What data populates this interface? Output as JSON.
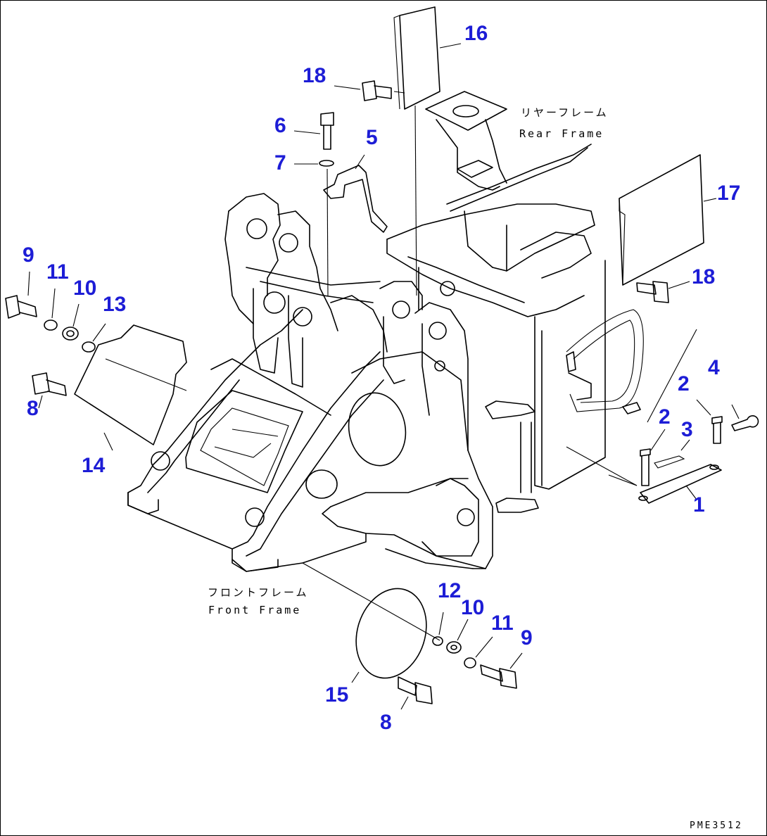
{
  "diagram": {
    "callouts": {
      "c1": "1",
      "c2a": "2",
      "c2b": "2",
      "c3": "3",
      "c4": "4",
      "c5": "5",
      "c6": "6",
      "c7": "7",
      "c8a": "8",
      "c8b": "8",
      "c9a": "9",
      "c9b": "9",
      "c10a": "10",
      "c10b": "10",
      "c11a": "11",
      "c11b": "11",
      "c12": "12",
      "c13": "13",
      "c14": "14",
      "c15": "15",
      "c16": "16",
      "c17": "17",
      "c18a": "18",
      "c18b": "18"
    },
    "labels": {
      "rear_frame_jp": "リヤーフレーム",
      "rear_frame_en": "Rear Frame",
      "front_frame_jp": "フロントフレーム",
      "front_frame_en": "Front Frame"
    },
    "drawing_code": "PME3512",
    "colors": {
      "callout": "#1d1dd6",
      "line": "#000000",
      "background": "#ffffff"
    }
  }
}
